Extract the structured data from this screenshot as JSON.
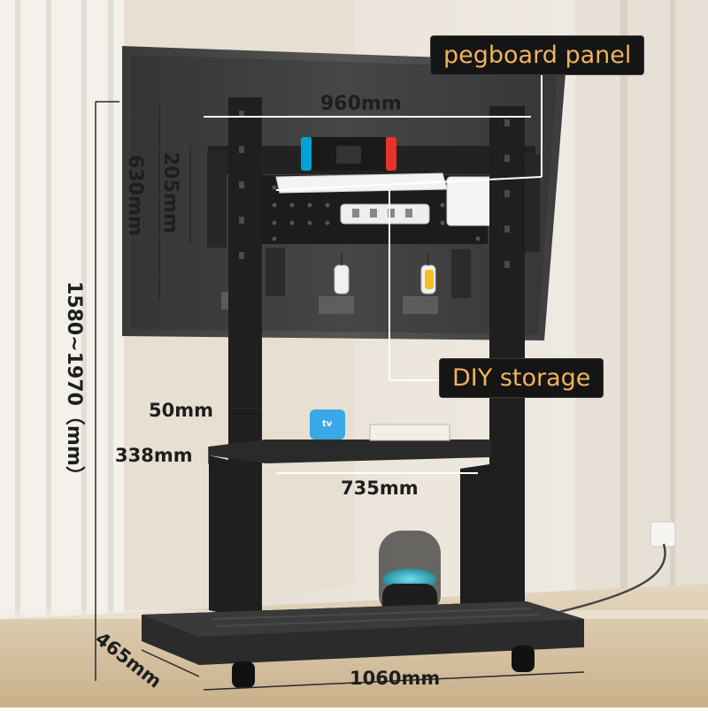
{
  "callouts": {
    "pegboard": "pegboard panel",
    "storage": "DIY storage"
  },
  "dimensions": {
    "width_top": "960mm",
    "pegboard_height": "205mm",
    "vesa_height": "630mm",
    "total_height": "1580~1970（mm）",
    "pillar": "50mm",
    "shelf_depth": "338mm",
    "shelf_width": "735mm",
    "base_depth": "465mm",
    "base_width": "1060mm"
  },
  "labels": {
    "appletv": "tv"
  },
  "colors": {
    "frame": "#1f1f1f",
    "callout_bg": "#151515",
    "callout_text": "#f0b35a",
    "wall": "#e9e2d6",
    "floor": "#d9c7ab"
  }
}
